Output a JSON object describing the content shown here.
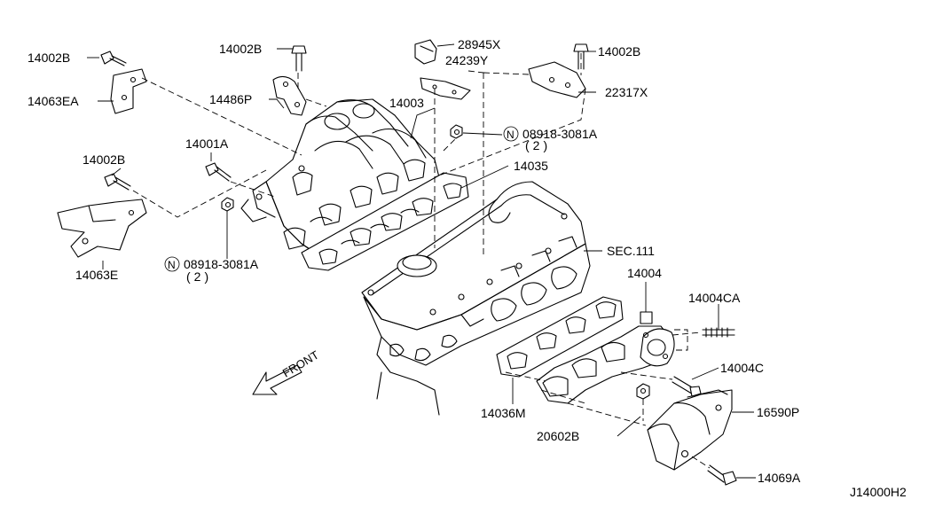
{
  "labels": {
    "l_14002b_1": "14002B",
    "l_14063ea": "14063EA",
    "l_14002b_2": "14002B",
    "l_14486p": "14486P",
    "l_28945x": "28945X",
    "l_24239y": "24239Y",
    "l_14002b_3": "14002B",
    "l_22317x": "22317X",
    "l_14003": "14003",
    "l_08918_top": "08918-3081A",
    "l_qty_top": "(2)",
    "l_14001a": "14001A",
    "l_14035": "14035",
    "l_14002b_4": "14002B",
    "l_sec111": "SEC.111",
    "l_14063e": "14063E",
    "l_08918_bot": "08918-3081A",
    "l_qty_bot": "(2)",
    "l_14004": "14004",
    "l_14004ca": "14004CA",
    "l_front": "FRONT",
    "l_14004c": "14004C",
    "l_14036m": "14036M",
    "l_16590p": "16590P",
    "l_20602b": "20602B",
    "l_14069a": "14069A",
    "l_ref": "J14000H2"
  },
  "nut_symbol": "N"
}
